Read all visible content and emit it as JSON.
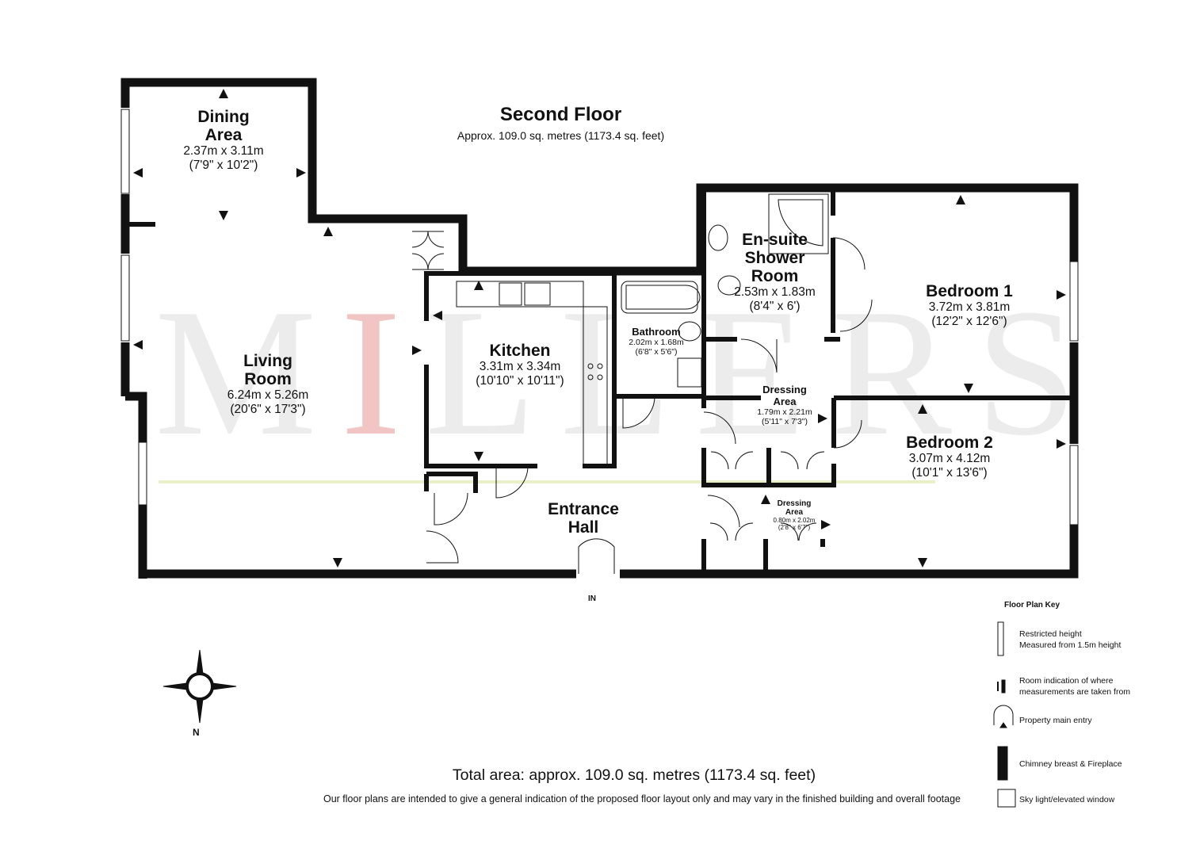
{
  "plan": {
    "title": "Second Floor",
    "subtitle": "Approx. 109.0 sq. metres (1173.4 sq. feet)",
    "entry_label": "IN",
    "north_label": "N",
    "watermark": {
      "before": "M",
      "red": "I",
      "after": "LLERS"
    }
  },
  "rooms": {
    "dining": {
      "name1": "Dining",
      "name2": "Area",
      "dim_m": "2.37m x 3.11m",
      "dim_ft": "(7'9\" x 10'2\")"
    },
    "living": {
      "name1": "Living",
      "name2": "Room",
      "dim_m": "6.24m x 5.26m",
      "dim_ft": "(20'6\" x 17'3\")"
    },
    "kitchen": {
      "name": "Kitchen",
      "dim_m": "3.31m x 3.34m",
      "dim_ft": "(10'10\" x 10'11\")"
    },
    "bathroom": {
      "name": "Bathroom",
      "dim_m": "2.02m x 1.68m",
      "dim_ft": "(6'8\" x 5'6\")"
    },
    "ensuite": {
      "name1": "En-suite",
      "name2": "Shower",
      "name3": "Room",
      "dim_m": "2.53m x 1.83m",
      "dim_ft": "(8'4\" x 6')"
    },
    "bedroom1": {
      "name": "Bedroom 1",
      "dim_m": "3.72m x 3.81m",
      "dim_ft": "(12'2\" x 12'6\")"
    },
    "bedroom2": {
      "name": "Bedroom 2",
      "dim_m": "3.07m x 4.12m",
      "dim_ft": "(10'1\" x 13'6\")"
    },
    "dressing1": {
      "name1": "Dressing",
      "name2": "Area",
      "dim_m": "1.79m x 2.21m",
      "dim_ft": "(5'11\" x 7'3\")"
    },
    "dressing2": {
      "name1": "Dressing",
      "name2": "Area",
      "dim_m": "0.80m x 2.02m",
      "dim_ft": "(2'8\" x 6'7\")"
    },
    "hall": {
      "name1": "Entrance",
      "name2": "Hall"
    }
  },
  "footer": {
    "total": "Total area: approx. 109.0 sq. metres (1173.4 sq. feet)",
    "disclaimer": "Our floor plans are intended to give a general indication of the proposed floor layout only and may vary  in the finished building and overall footage"
  },
  "key": {
    "title": "Floor Plan Key",
    "items": [
      {
        "icon": "restricted-height-icon",
        "line1": "Restricted height",
        "line2": "Measured from 1.5m height"
      },
      {
        "icon": "measurement-point-icon",
        "line1": "Room indication of where",
        "line2": "measurements are taken from"
      },
      {
        "icon": "main-entry-icon",
        "line1": "Property main entry",
        "line2": ""
      },
      {
        "icon": "chimney-breast-icon",
        "line1": "Chimney breast & Fireplace",
        "line2": ""
      },
      {
        "icon": "skylight-icon",
        "line1": "Sky light/elevated window",
        "line2": ""
      }
    ]
  },
  "colors": {
    "wall": "#111111",
    "watermark_grey": "#cdcdcd",
    "watermark_red": "#e89696",
    "guide_line": "#e9efc8"
  }
}
